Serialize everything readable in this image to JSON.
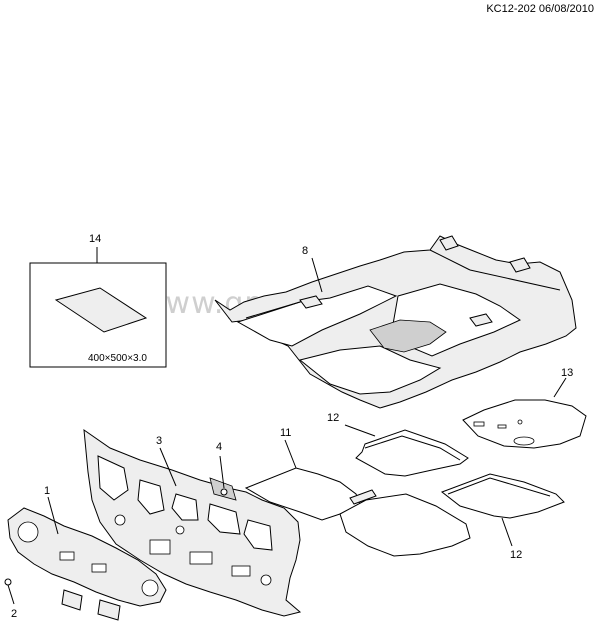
{
  "header": {
    "code": "KC12-202 06/08/2010"
  },
  "watermark": "www.gmsklad.ru",
  "callouts": {
    "c1": "1",
    "c2": "2",
    "c3": "3",
    "c4": "4",
    "c8": "8",
    "c11": "11",
    "c12a": "12",
    "c12b": "12",
    "c13": "13",
    "c14": "14"
  },
  "pad_dimension": "400×500×3.0"
}
